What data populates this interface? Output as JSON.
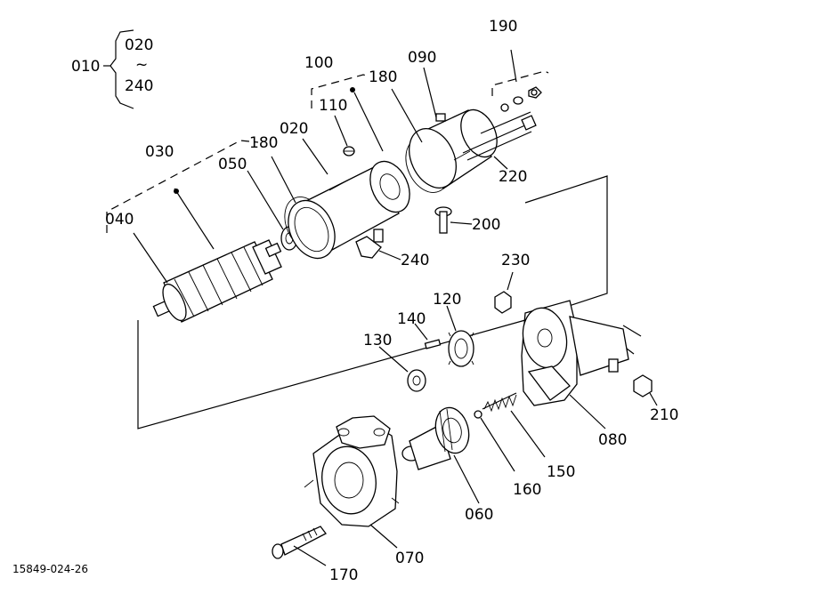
{
  "figure_code": "15849-024-26",
  "group": {
    "main": "010",
    "range_start": "020",
    "range_sep": "~",
    "range_end": "240"
  },
  "labels": {
    "p020": "020",
    "p030": "030",
    "p040": "040",
    "p050": "050",
    "p060": "060",
    "p070": "070",
    "p080": "080",
    "p090": "090",
    "p100": "100",
    "p110": "110",
    "p120": "120",
    "p130": "130",
    "p140": "140",
    "p150": "150",
    "p160": "160",
    "p170": "170",
    "p180a": "180",
    "p180b": "180",
    "p190": "190",
    "p200": "200",
    "p210": "210",
    "p220": "220",
    "p230": "230",
    "p240": "240"
  }
}
